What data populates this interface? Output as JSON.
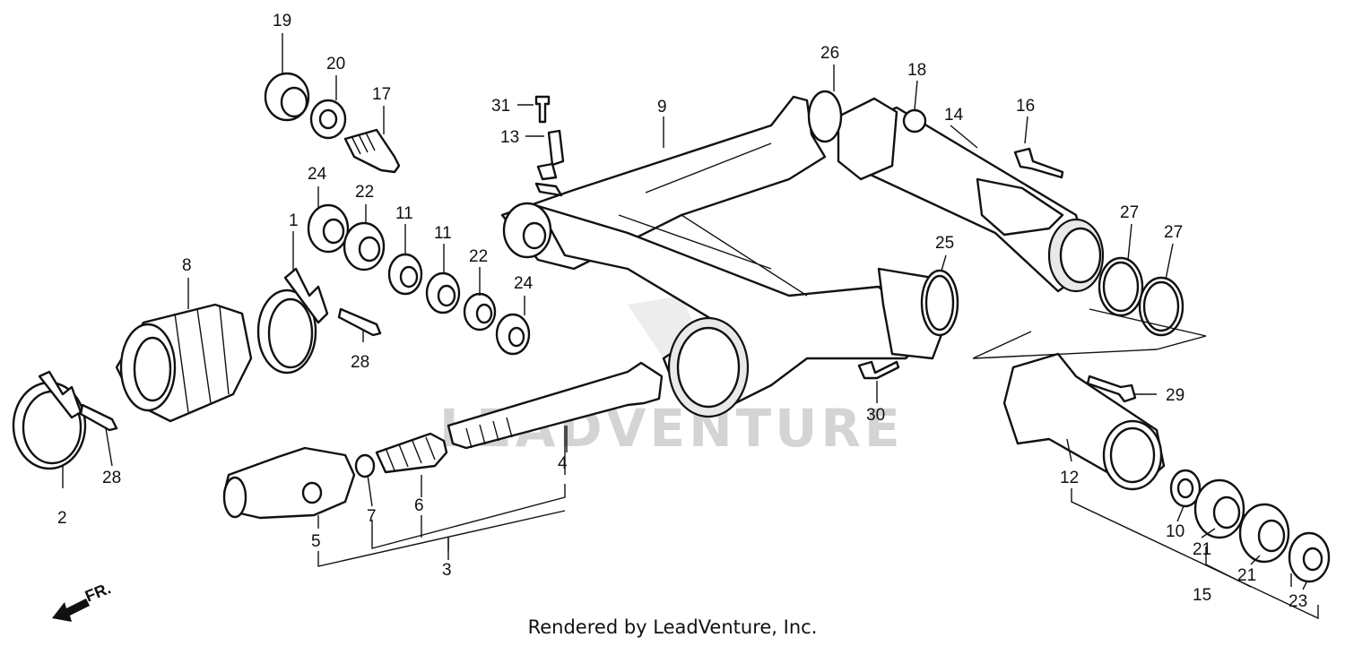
{
  "diagram": {
    "callouts": [
      "19",
      "20",
      "17",
      "24",
      "22",
      "1",
      "11",
      "11",
      "22",
      "24",
      "8",
      "28",
      "2",
      "28",
      "31",
      "13",
      "9",
      "26",
      "18",
      "14",
      "16",
      "25",
      "27",
      "27",
      "29",
      "30",
      "12",
      "10",
      "21",
      "21",
      "15",
      "23",
      "4",
      "6",
      "7",
      "5",
      "3"
    ],
    "front_arrow_label": "FR.",
    "watermark": "LEADVENTURE"
  },
  "footer": {
    "credit": "Rendered by LeadVenture, Inc."
  }
}
